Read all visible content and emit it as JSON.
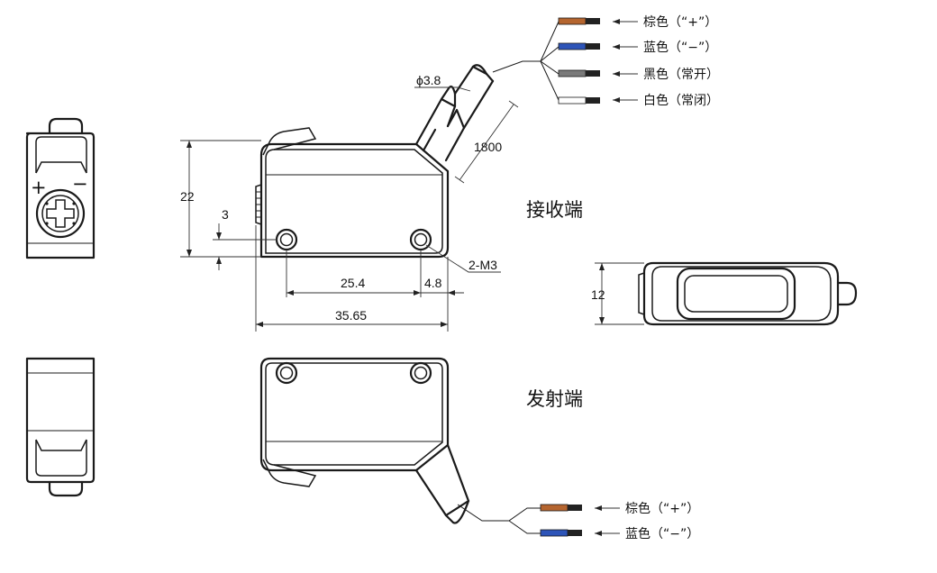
{
  "colors": {
    "brown": "#b5652f",
    "blue": "#2d54b8",
    "gray": "#7a7a7a",
    "white": "#ffffff",
    "wire_end": "#222222",
    "line": "#1a1a1a"
  },
  "dims": {
    "cable_diameter": "ϕ3.8",
    "cable_length": "1800",
    "height": "22",
    "offset": "3",
    "hole_spacing": "25.4",
    "edge_offset": "4.8",
    "thread": "2-M3",
    "total_length": "35.65",
    "width": "12"
  },
  "receiver": {
    "title": "接收端",
    "wires": [
      "棕色（“+”）",
      "蓝色（“−”）",
      "黑色（常开）",
      "白色（常闭）"
    ]
  },
  "emitter": {
    "title": "发射端",
    "wires": [
      "棕色（“+”）",
      "蓝色（“−”）"
    ]
  },
  "side_marks": {
    "plus": "+",
    "minus": "−"
  }
}
